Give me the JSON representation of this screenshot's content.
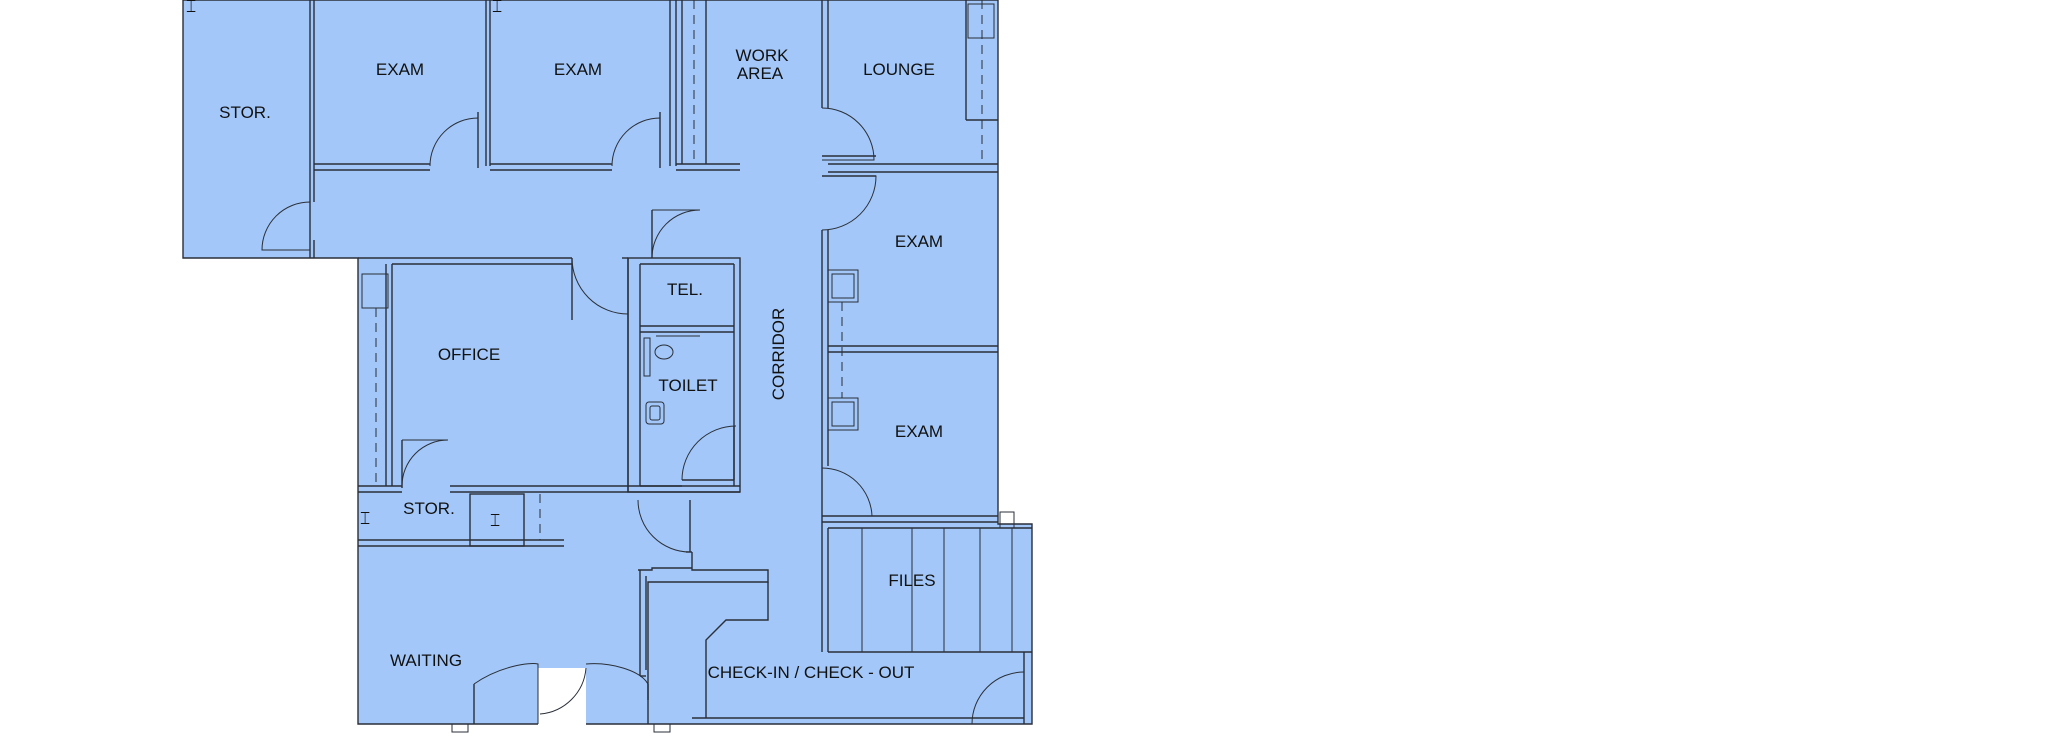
{
  "floor_plan": {
    "fill_color": "#a3c7f8",
    "line_color": "#2a2f38",
    "rooms": {
      "stor_top": "STOR.",
      "exam_1": "EXAM",
      "exam_2": "EXAM",
      "work_area_line1": "WORK",
      "work_area_line2": "AREA",
      "lounge": "LOUNGE",
      "exam_3": "EXAM",
      "tel": "TEL.",
      "office": "OFFICE",
      "toilet": "TOILET",
      "corridor": "CORRIDOR",
      "exam_4": "EXAM",
      "stor_bottom": "STOR.",
      "files": "FILES",
      "waiting": "WAITING",
      "check_in": "CHECK-IN / CHECK - OUT"
    }
  }
}
